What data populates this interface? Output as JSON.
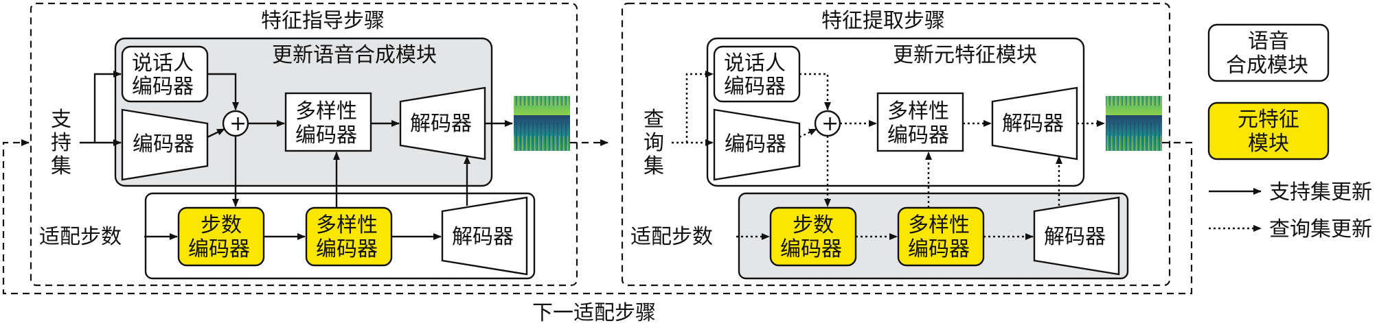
{
  "left_panel": {
    "title": "特征指导步骤",
    "module_title": "更新语音合成模块",
    "input_label": [
      "支",
      "持",
      "集"
    ],
    "speaker_encoder": [
      "说话人",
      "编码器"
    ],
    "encoder": "编码器",
    "plus": "+",
    "diversity_encoder": [
      "多样性",
      "编码器"
    ],
    "decoder": "解码器",
    "adapt_steps": "适配步数",
    "step_encoder": [
      "步数",
      "编码器"
    ],
    "meta_diversity_encoder": [
      "多样性",
      "编码器"
    ],
    "meta_decoder": "解码器"
  },
  "right_panel": {
    "title": "特征提取步骤",
    "module_title": "更新元特征模块",
    "input_label": [
      "查",
      "询",
      "集"
    ],
    "speaker_encoder": [
      "说话人",
      "编码器"
    ],
    "encoder": "编码器",
    "plus": "+",
    "diversity_encoder": [
      "多样性",
      "编码器"
    ],
    "decoder": "解码器",
    "adapt_steps": "适配步数",
    "step_encoder": [
      "步数",
      "编码器"
    ],
    "meta_diversity_encoder": [
      "多样性",
      "编码器"
    ],
    "meta_decoder": "解码器"
  },
  "legend": {
    "tts_module": [
      "语音",
      "合成模块"
    ],
    "meta_module": [
      "元特征",
      "模块"
    ],
    "support_update": "支持集更新",
    "query_update": "查询集更新"
  },
  "footer": "下一适配步骤",
  "colors": {
    "meta_feature_fill": "#fbe600",
    "gray_fill": "#e4e5e7",
    "line": "#111111"
  }
}
